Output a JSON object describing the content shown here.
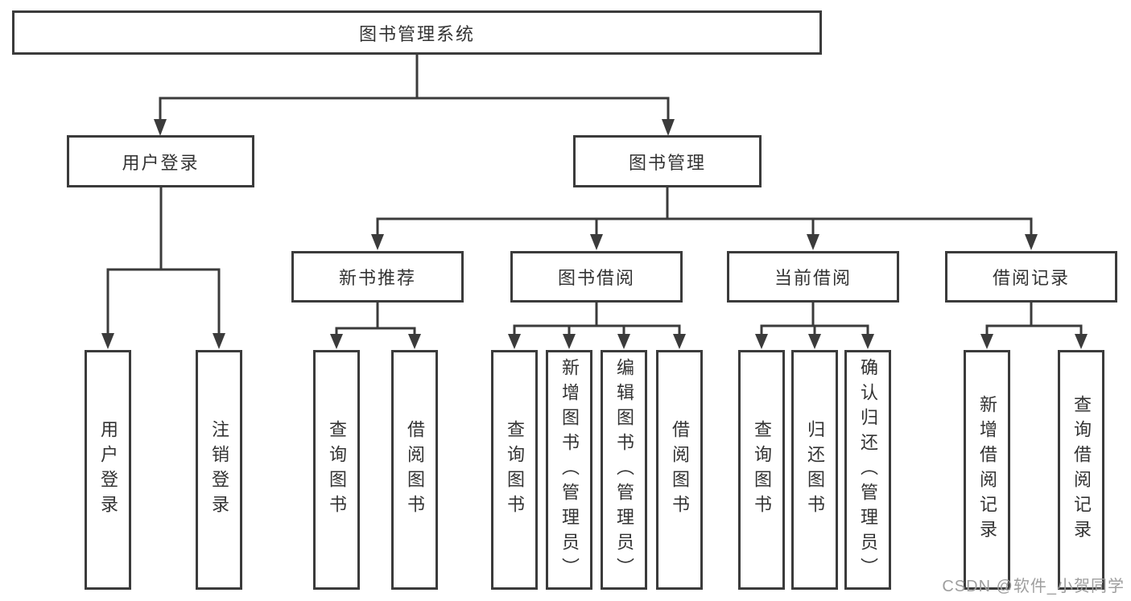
{
  "diagram": {
    "root": {
      "label": "图书管理系统"
    },
    "level2": {
      "user_login": {
        "label": "用户登录"
      },
      "book_mgmt": {
        "label": "图书管理"
      }
    },
    "level3": {
      "new_book_rec": {
        "label": "新书推荐"
      },
      "book_borrow": {
        "label": "图书借阅"
      },
      "current_borrow": {
        "label": "当前借阅"
      },
      "borrow_records": {
        "label": "借阅记录"
      }
    },
    "leaves": {
      "user_login": {
        "label": "用户登录"
      },
      "logout": {
        "label": "注销登录"
      },
      "rec_query_books": {
        "label": "查询图书"
      },
      "rec_borrow_books": {
        "label": "借阅图书"
      },
      "borrow_query_books": {
        "label": "查询图书"
      },
      "borrow_add_books": {
        "label": "新增图书（管理员）"
      },
      "borrow_edit_books": {
        "label": "编辑图书（管理员）"
      },
      "borrow_borrow_books": {
        "label": "借阅图书"
      },
      "current_query_books": {
        "label": "查询图书"
      },
      "current_return_books": {
        "label": "归还图书"
      },
      "current_confirm_return": {
        "label": "确认归还（管理员）"
      },
      "records_add_record": {
        "label": "新增借阅记录"
      },
      "records_query_record": {
        "label": "查询借阅记录"
      }
    }
  },
  "watermark": {
    "text": "CSDN @软件_小贺同学"
  },
  "colors": {
    "line": "#3b3b3b",
    "text": "#333333",
    "watermark": "#9e9e9e",
    "background": "#ffffff"
  }
}
